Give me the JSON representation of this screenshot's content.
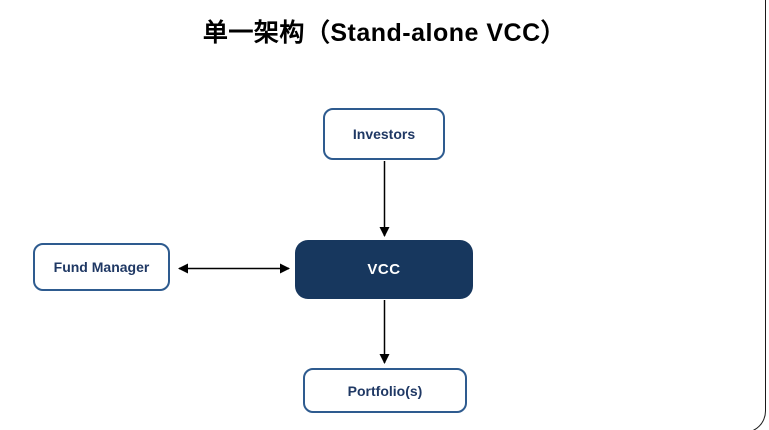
{
  "title": "单一架构（Stand-alone VCC）",
  "nodes": {
    "investors": {
      "label": "Investors"
    },
    "fund_manager": {
      "label": "Fund Manager"
    },
    "vcc": {
      "label": "VCC"
    },
    "portfolios": {
      "label": "Portfolio(s)"
    }
  },
  "edges": [
    {
      "from": "investors",
      "to": "vcc",
      "direction": "down",
      "arrows": "single"
    },
    {
      "from": "fund_manager",
      "to": "vcc",
      "direction": "horizontal",
      "arrows": "double"
    },
    {
      "from": "vcc",
      "to": "portfolios",
      "direction": "down",
      "arrows": "single"
    }
  ],
  "colors": {
    "node_border": "#2E5B8F",
    "node_text": "#1F3864",
    "vcc_fill": "#17375E",
    "vcc_text": "#FFFFFF",
    "arrow": "#000000",
    "frame": "#1A1A1A",
    "background": "#FFFFFF",
    "title_text": "#000000"
  }
}
